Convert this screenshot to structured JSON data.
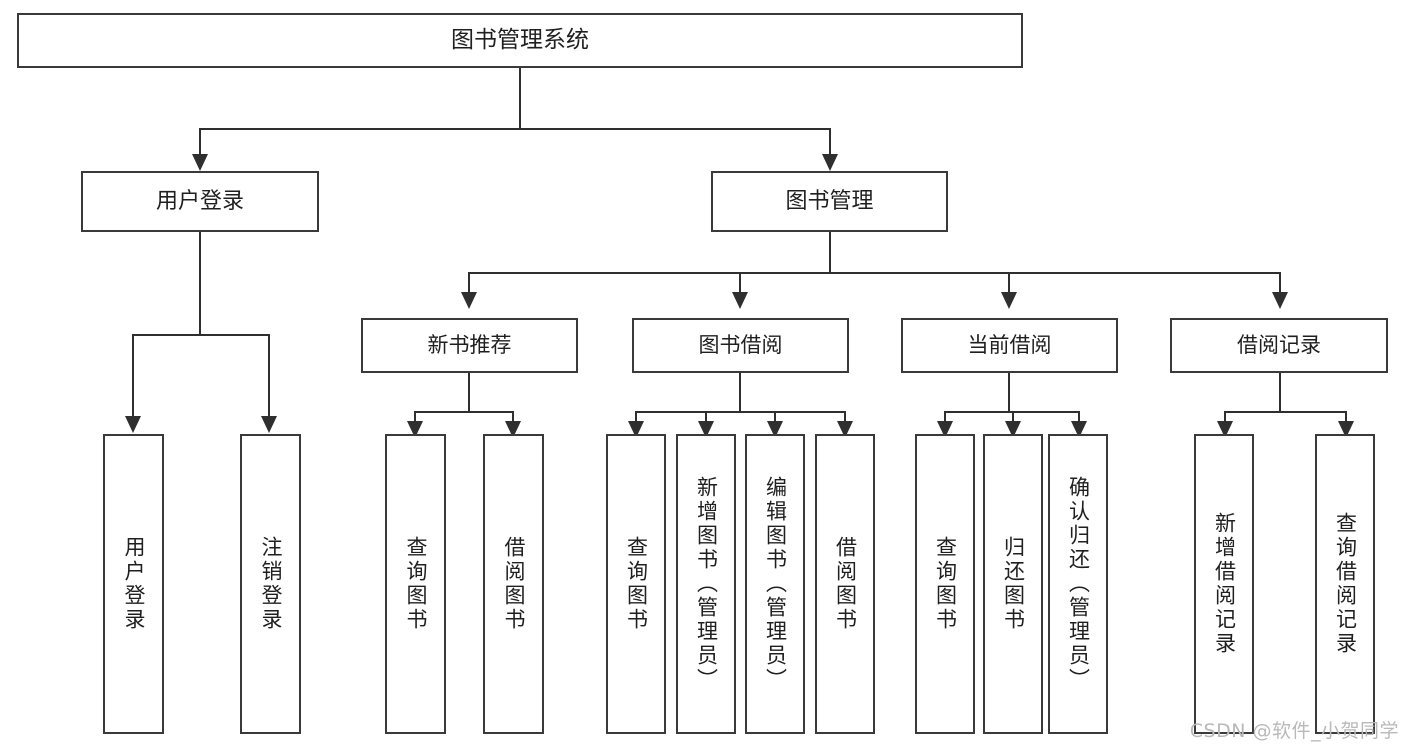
{
  "diagram": {
    "title": "图书管理系统",
    "watermark": "CSDN @软件_小贺同学",
    "root": {
      "label": "图书管理系统"
    },
    "level1": [
      {
        "label": "用户登录"
      },
      {
        "label": "图书管理"
      }
    ],
    "level2": [
      {
        "label": "新书推荐"
      },
      {
        "label": "图书借阅"
      },
      {
        "label": "当前借阅"
      },
      {
        "label": "借阅记录"
      }
    ],
    "leaves": {
      "user_login": [
        {
          "label": "用户登录"
        },
        {
          "label": "注销登录"
        }
      ],
      "new_book_recommend": [
        {
          "label": "查询图书"
        },
        {
          "label": "借阅图书"
        }
      ],
      "book_borrow": [
        {
          "label": "查询图书"
        },
        {
          "label": "新增图书（管理员）"
        },
        {
          "label": "编辑图书（管理员）"
        },
        {
          "label": "借阅图书"
        }
      ],
      "current_borrow": [
        {
          "label": "查询图书"
        },
        {
          "label": "归还图书"
        },
        {
          "label": "确认归还（管理员）"
        }
      ],
      "borrow_record": [
        {
          "label": "新增借阅记录"
        },
        {
          "label": "查询借阅记录"
        }
      ]
    },
    "colors": {
      "stroke": "#3a3a3a",
      "connector": "#2f2f2f",
      "background": "#ffffff",
      "text": "#1f1f1f",
      "watermark": "#b9b9b9"
    }
  }
}
